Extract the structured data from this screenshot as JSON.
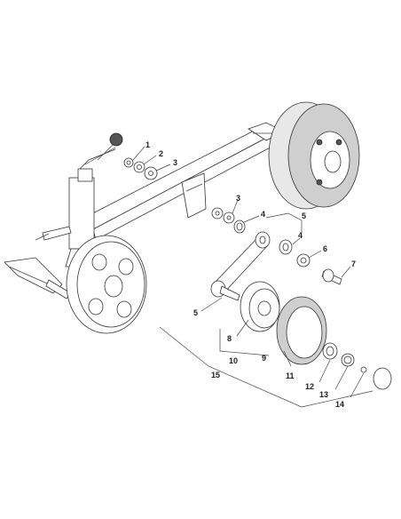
{
  "diagram": {
    "callouts": [
      {
        "id": "c1",
        "label": "1"
      },
      {
        "id": "c2",
        "label": "2"
      },
      {
        "id": "c3a",
        "label": "3"
      },
      {
        "id": "c3b",
        "label": "3"
      },
      {
        "id": "c4a",
        "label": "4"
      },
      {
        "id": "c4b",
        "label": "4"
      },
      {
        "id": "c5a",
        "label": "5"
      },
      {
        "id": "c5b",
        "label": "5"
      },
      {
        "id": "c6",
        "label": "6"
      },
      {
        "id": "c7",
        "label": "7"
      },
      {
        "id": "c8",
        "label": "8"
      },
      {
        "id": "c9",
        "label": "9"
      },
      {
        "id": "c10",
        "label": "10"
      },
      {
        "id": "c11",
        "label": "11"
      },
      {
        "id": "c12",
        "label": "12"
      },
      {
        "id": "c13",
        "label": "13"
      },
      {
        "id": "c14",
        "label": "14"
      },
      {
        "id": "c15",
        "label": "15"
      }
    ]
  }
}
